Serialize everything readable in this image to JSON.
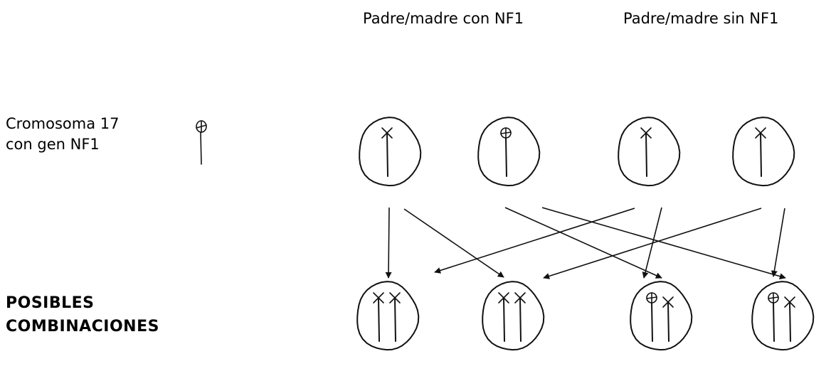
{
  "headers": {
    "affected_parent": "Padre/madre con NF1",
    "unaffected_parent": "Padre/madre sin NF1"
  },
  "legend": {
    "line1": "Cromosoma 17",
    "line2": "con gen NF1",
    "icon": "chromosome-with-nf1-gene-icon"
  },
  "combinations": {
    "title_line1": "POSIBLES",
    "title_line2": "COMBINACIONES"
  },
  "parent_cells": [
    {
      "parent": "affected",
      "chromosome": "normal"
    },
    {
      "parent": "affected",
      "chromosome": "nf1"
    },
    {
      "parent": "unaffected",
      "chromosome": "normal"
    },
    {
      "parent": "unaffected",
      "chromosome": "normal"
    }
  ],
  "offspring_cells": [
    {
      "chromosomes": [
        "normal",
        "normal"
      ]
    },
    {
      "chromosomes": [
        "normal",
        "normal"
      ]
    },
    {
      "chromosomes": [
        "nf1",
        "normal"
      ]
    },
    {
      "chromosomes": [
        "nf1",
        "normal"
      ]
    }
  ],
  "arrows": [
    {
      "from": 0,
      "to": 0
    },
    {
      "from": 0,
      "to": 1
    },
    {
      "from": 1,
      "to": 2
    },
    {
      "from": 1,
      "to": 3
    },
    {
      "from": 2,
      "to": 0
    },
    {
      "from": 2,
      "to": 2
    },
    {
      "from": 3,
      "to": 1
    },
    {
      "from": 3,
      "to": 3
    }
  ]
}
